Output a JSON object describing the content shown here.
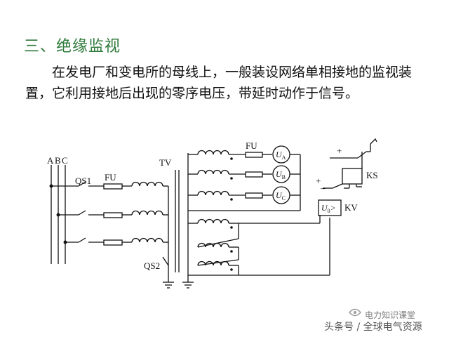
{
  "heading": "三、绝缘监视",
  "paragraph": "在发电厂和变电所的母线上，一般装设网络单相接地的监视装置，它利用接地后出现的零序电压，带延时动作于信号。",
  "diagram": {
    "bus_labels": {
      "a": "A",
      "b": "B",
      "c": "C"
    },
    "switch_left": "QS1",
    "fuse_left": "FU",
    "transformer": "TV",
    "fuse_right": "FU",
    "switch_ground": "QS2",
    "voltmeters": [
      {
        "letter": "U",
        "sub": "A"
      },
      {
        "letter": "U",
        "sub": "B"
      },
      {
        "letter": "U",
        "sub": "C"
      }
    ],
    "relay_zero": {
      "letter": "U",
      "sub": "0",
      "mark": ">"
    },
    "relay_kv": "KV",
    "relay_ks": "KS",
    "plus": "+",
    "minus": "–"
  },
  "watermark": {
    "channel": "电力知识课堂",
    "source": "头条号 / 全球电气资源"
  }
}
